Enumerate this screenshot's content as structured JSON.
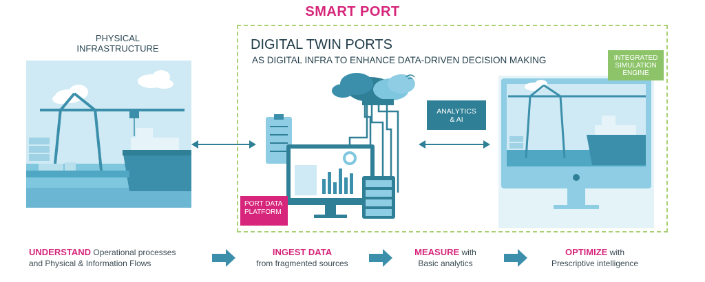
{
  "header": {
    "title": "SMART PORT"
  },
  "physical": {
    "label_line1": "PHYSICAL",
    "label_line2": "INFRASTRUCTURE"
  },
  "digital_twin": {
    "title": "DIGITAL TWIN PORTS",
    "subtitle": "AS DIGITAL INFRA TO ENHANCE DATA-DRIVEN DECISION MAKING"
  },
  "badges": {
    "simulation_line1": "INTEGRATED",
    "simulation_line2": "SIMULATION",
    "simulation_line3": "ENGINE",
    "analytics_line1": "ANALYTICS",
    "analytics_line2": "& AI",
    "platform_line1": "PORT DATA",
    "platform_line2": "PLATFORM"
  },
  "steps": [
    {
      "keyword": "UNDERSTAND",
      "rest": " Operational processes",
      "line2": "and Physical & Information Flows"
    },
    {
      "keyword": "INGEST DATA",
      "rest": "",
      "line2": "from fragmented sources"
    },
    {
      "keyword": "MEASURE",
      "rest": " with",
      "line2": "Basic analytics"
    },
    {
      "keyword": "OPTIMIZE",
      "rest": " with",
      "line2": "Prescriptive intelligence"
    }
  ],
  "colors": {
    "accent_pink": "#d6257a",
    "teal": "#2f7f96",
    "light_blue": "#8fcde4",
    "green": "#8dc46a"
  }
}
